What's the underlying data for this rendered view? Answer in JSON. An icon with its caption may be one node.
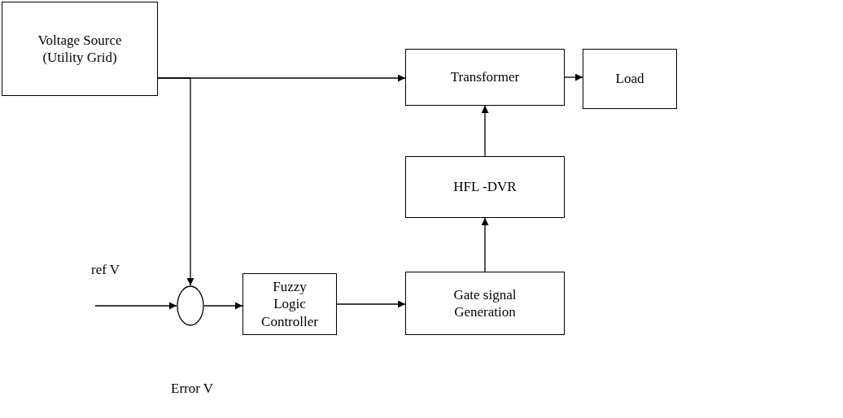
{
  "diagram": {
    "nodes": [
      {
        "text": [
          "Voltage Source (Utility Grid)"
        ]
      },
      {
        "text": [
          "Transformer"
        ]
      },
      {
        "text": [
          "Load"
        ]
      },
      {
        "text": [
          "HFL -DVR"
        ]
      },
      {
        "text": [],
        "shape": "circle"
      },
      {
        "text": [
          "Fuzzy Logic Controller"
        ]
      },
      {
        "text": [
          "Gate signal Generation"
        ]
      }
    ],
    "edges": [
      {
        "from": 0,
        "to": 1,
        "arrow": "to"
      },
      {
        "from": 1,
        "to": 2,
        "arrow": "to"
      },
      {
        "from": 0,
        "to": 4,
        "arrow": "to"
      },
      {
        "from": null,
        "to": 4,
        "arrow": "to",
        "label": "ref V"
      },
      {
        "from": 4,
        "to": 5,
        "arrow": "to"
      },
      {
        "from": 5,
        "to": 6,
        "arrow": "to"
      },
      {
        "from": 6,
        "to": 3,
        "arrow": "to"
      },
      {
        "from": 3,
        "to": 1,
        "arrow": "to"
      }
    ],
    "labels": [
      "Error V"
    ]
  }
}
